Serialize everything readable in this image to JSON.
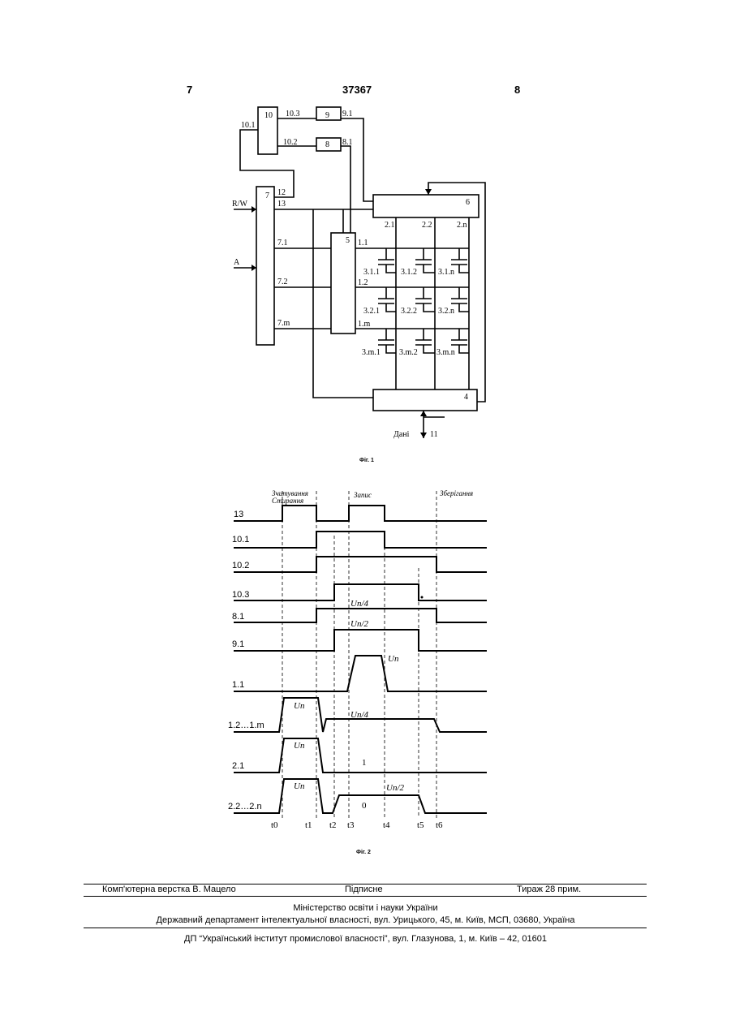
{
  "header": {
    "left_page": "7",
    "patent_number": "37367",
    "right_page": "8"
  },
  "figure1": {
    "caption": "Фіг. 1",
    "blocks": {
      "b10": "10",
      "b9": "9",
      "b8": "8",
      "b7": "7",
      "b6": "6",
      "b5": "5",
      "b4": "4"
    },
    "signals": {
      "s10_1": "10.1",
      "s10_3": "10.3",
      "s10_2": "10.2",
      "s9_1": "9.1",
      "s8_1": "8.1",
      "s12": "12",
      "s13": "13",
      "rw": "R/W",
      "a": "A",
      "s2_1": "2.1",
      "s2_2": "2.2",
      "s2_n": "2.n",
      "s7_1": "7.1",
      "s7_2": "7.2",
      "s7_m": "7.m",
      "s1_1": "1.1",
      "s1_2": "1.2",
      "s1_m": "1.m",
      "data": "Дані",
      "s11": "11"
    },
    "cells": {
      "c311": "3.1.1",
      "c312": "3.1.2",
      "c31n": "3.1.n",
      "c321": "3.2.1",
      "c322": "3.2.2",
      "c32n": "3.2.n",
      "c3m1": "3.m.1",
      "c3m2": "3.m.2",
      "c3mn": "3.m.n"
    }
  },
  "figure2": {
    "caption": "Фіг. 2",
    "phases": {
      "p1_line1": "Зчитування",
      "p1_line2": "Стирання",
      "p2": "Запис",
      "p3": "Зберігання"
    },
    "traces": {
      "t13": "13",
      "t10_1": "10.1",
      "t10_2": "10.2",
      "t10_3": "10.3",
      "t8_1": "8.1",
      "t9_1": "9.1",
      "t1_1": "1.1",
      "t1_2m": "1.2…1.m",
      "t2_1": "2.1",
      "t2_2n": "2.2…2.n"
    },
    "levels": {
      "up4_a": "Uп/4",
      "up2_a": "Uп/2",
      "up_a": "Uп",
      "up_b": "Uп",
      "up4_b": "Uп/4",
      "up_c": "Uп",
      "one": "1",
      "up_d": "Uп",
      "up2_b": "Uп/2",
      "zero": "0"
    },
    "times": [
      "t0",
      "t1",
      "t2",
      "t3",
      "t4",
      "t5",
      "t6"
    ]
  },
  "footer": {
    "layout_credit": "Комп'ютерна верстка В. Мацело",
    "signed": "Підписне",
    "circulation": "Тираж 28 прим.",
    "ministry": "Міністерство освіти і науки України",
    "department": "Державний департамент інтелектуальної власності, вул. Урицького, 45, м. Київ, МСП, 03680, Україна",
    "institute": "ДП “Український інститут промислової власності”, вул. Глазунова, 1, м. Київ – 42, 01601"
  }
}
